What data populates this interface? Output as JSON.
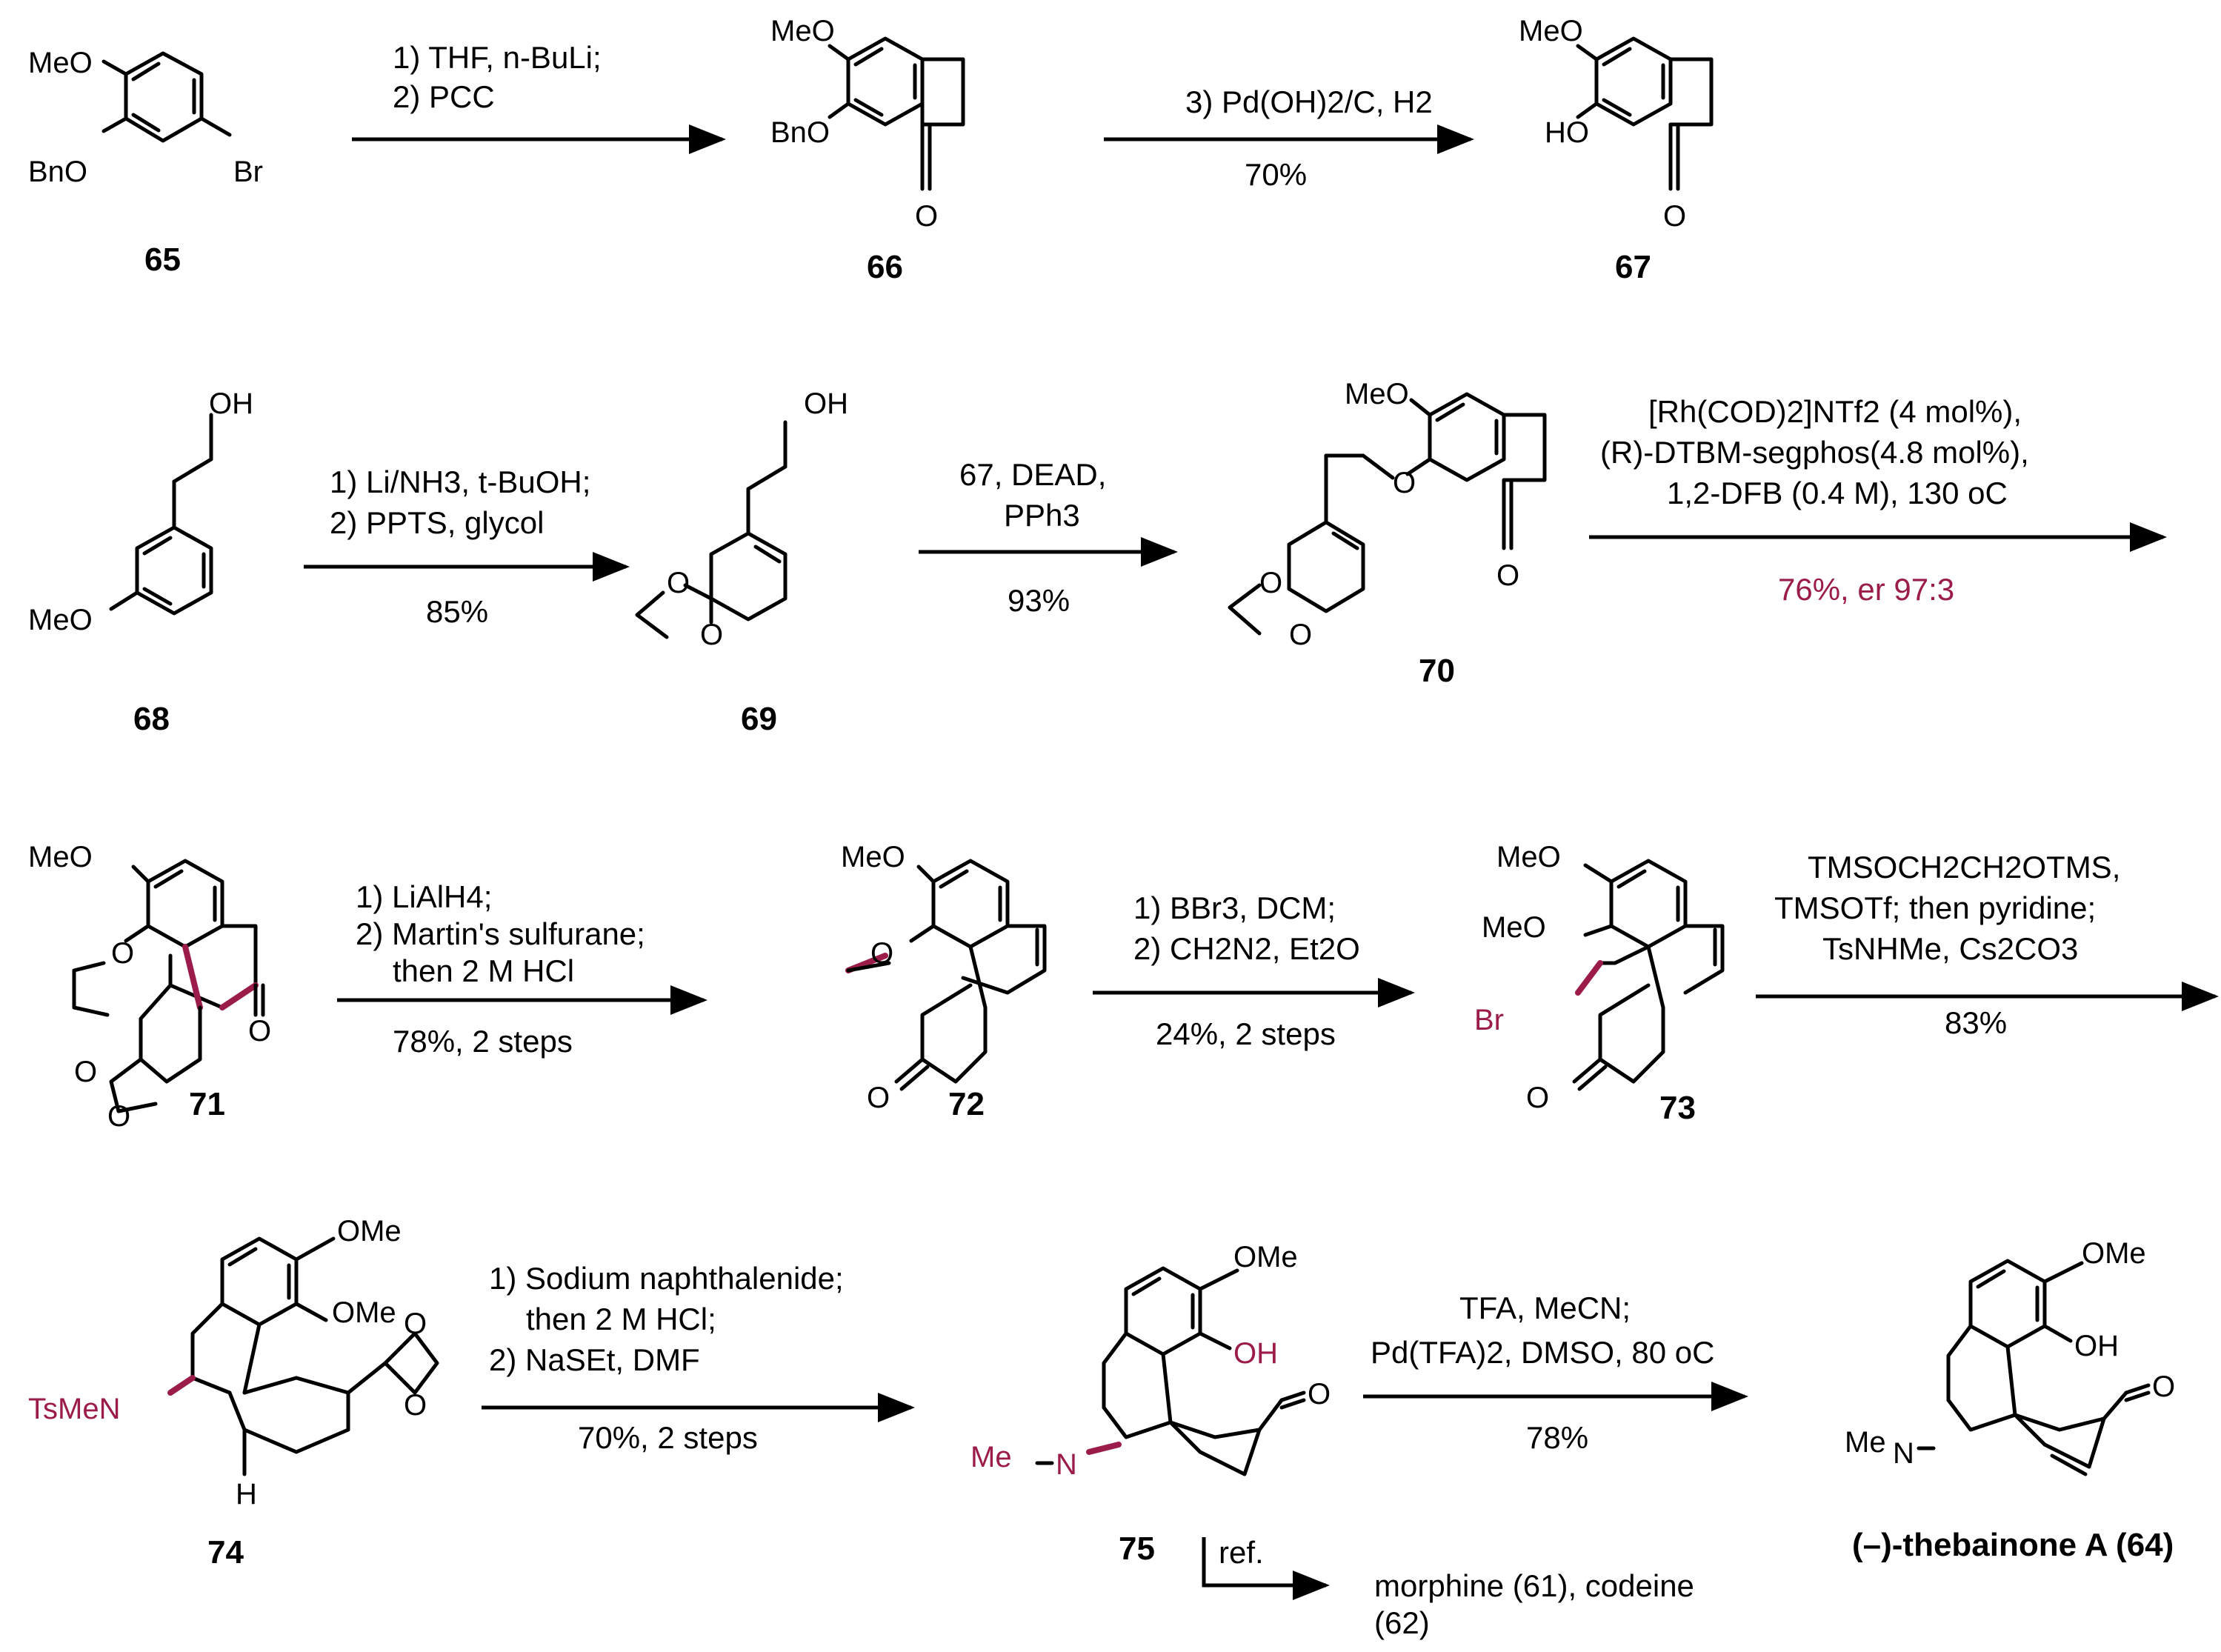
{
  "compounds": {
    "c65": "65",
    "c66": "66",
    "c67": "67",
    "c68": "68",
    "c69": "69",
    "c70": "70",
    "c71": "71",
    "c72": "72",
    "c73": "73",
    "c74": "74",
    "c75": "75",
    "c64": "(–)-thebainone A (64)"
  },
  "atoms": {
    "MeO": "MeO",
    "BnO": "BnO",
    "Br": "Br",
    "O": "O",
    "HO": "HO",
    "OH": "OH",
    "OMe": "OMe",
    "TsMeN": "TsMeN",
    "MeN": "Me",
    "N": "N",
    "H": "H"
  },
  "steps": {
    "s1": {
      "l1": "1) THF, n-BuLi;",
      "l2": "2) PCC",
      "yield": ""
    },
    "s2": {
      "l1": "3) Pd(OH)2/C, H2",
      "yield": "70%"
    },
    "s3": {
      "l1": "1) Li/NH3, t-BuOH;",
      "l2": "2) PPTS, glycol",
      "yield": "85%"
    },
    "s4": {
      "l1": "67,  DEAD,",
      "l2": "PPh3",
      "yield": "93%"
    },
    "s5": {
      "l1": "[Rh(COD)2]NTf2 (4 mol%),",
      "l2": "(R)-DTBM-segphos(4.8 mol%),",
      "l3": "1,2-DFB (0.4 M), 130 oC",
      "yield": "76%, er 97:3"
    },
    "s6": {
      "l1": "1) LiAlH4;",
      "l2": "2) Martin's sulfurane;",
      "l3": "then 2 M HCl",
      "yield": "78%, 2 steps"
    },
    "s7": {
      "l1": "1) BBr3, DCM;",
      "l2": "2) CH2N2, Et2O",
      "yield": "24%, 2 steps"
    },
    "s8": {
      "l1": "TMSOCH2CH2OTMS,",
      "l2": "TMSOTf; then pyridine;",
      "l3": "TsNHMe, Cs2CO3",
      "yield": "83%"
    },
    "s9": {
      "l1": "1) Sodium naphthalenide;",
      "l2": "then 2 M HCl;",
      "l3": "2) NaSEt, DMF",
      "yield": "70%, 2 steps"
    },
    "s10": {
      "l1": "TFA, MeCN;",
      "l2": "Pd(TFA)2, DMSO, 80 oC",
      "yield": "78%"
    },
    "ref": {
      "label": "ref.",
      "product": "morphine (61), codeine",
      "product2": "(62)"
    }
  },
  "colors": {
    "highlight": "#9b1c4a",
    "ink": "#000000"
  }
}
